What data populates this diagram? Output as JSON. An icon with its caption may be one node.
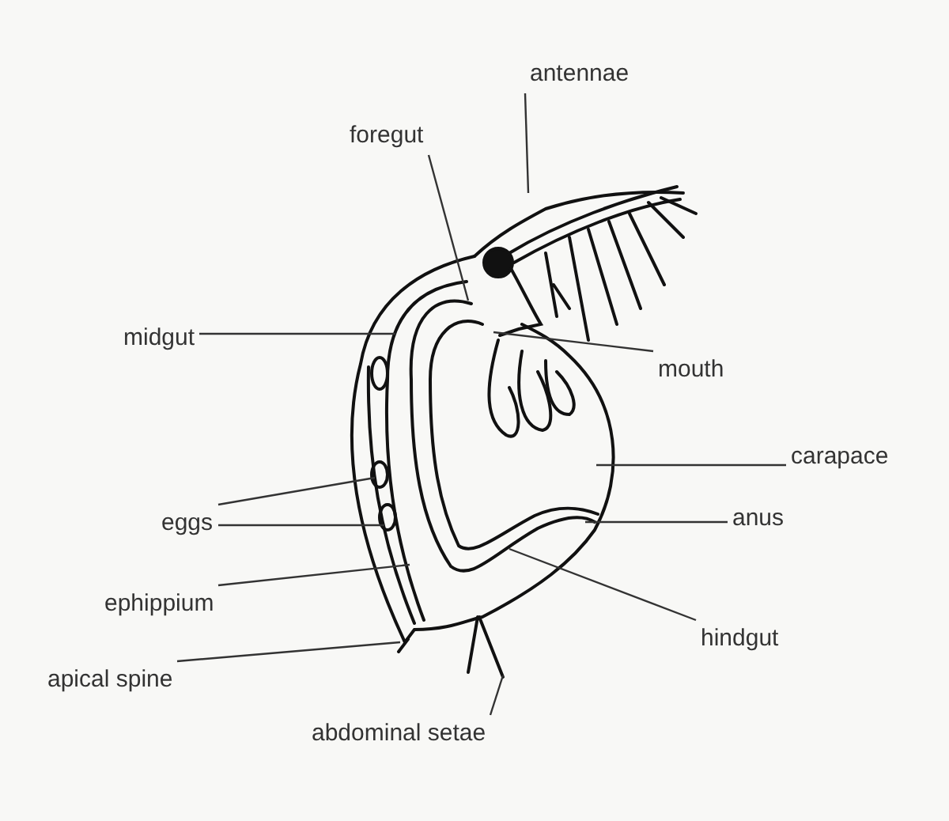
{
  "diagram": {
    "nodes": [
      {
        "text": [
          "antennae"
        ]
      },
      {
        "text": [
          "foregut"
        ]
      },
      {
        "text": [
          "midgut"
        ]
      },
      {
        "text": [
          "mouth"
        ]
      },
      {
        "text": [
          "carapace"
        ]
      },
      {
        "text": [
          "eggs"
        ]
      },
      {
        "text": [
          "anus"
        ]
      },
      {
        "text": [
          "ephippium"
        ]
      },
      {
        "text": [
          "hindgut"
        ]
      },
      {
        "text": [
          "apical spine"
        ]
      },
      {
        "text": [
          "abdominal setae"
        ]
      }
    ],
    "edges": [
      {
        "from": 0,
        "to": null,
        "arrow": "none"
      },
      {
        "from": 1,
        "to": null,
        "arrow": "none"
      },
      {
        "from": 2,
        "to": null,
        "arrow": "none"
      },
      {
        "from": 3,
        "to": null,
        "arrow": "none"
      },
      {
        "from": 4,
        "to": null,
        "arrow": "none"
      },
      {
        "from": 5,
        "to": null,
        "arrow": "none"
      },
      {
        "from": 5,
        "to": null,
        "arrow": "none"
      },
      {
        "from": 6,
        "to": null,
        "arrow": "none"
      },
      {
        "from": 7,
        "to": null,
        "arrow": "none"
      },
      {
        "from": 8,
        "to": null,
        "arrow": "none"
      },
      {
        "from": 9,
        "to": null,
        "arrow": "none"
      },
      {
        "from": 10,
        "to": null,
        "arrow": "none"
      }
    ]
  }
}
